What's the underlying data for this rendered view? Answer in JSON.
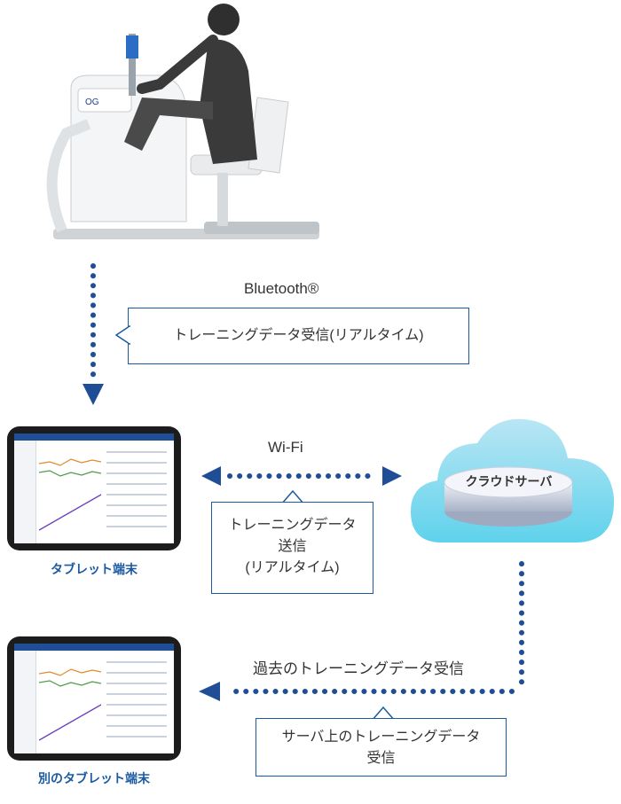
{
  "bluetooth": {
    "label": "Bluetooth®",
    "callout": "トレーニングデータ受信(リアルタイム)"
  },
  "wifi": {
    "label": "Wi-Fi",
    "callout_lines": [
      "トレーニングデータ",
      "送信",
      "(リアルタイム)"
    ]
  },
  "cloud": {
    "label": "クラウドサーバ"
  },
  "history": {
    "label": "過去のトレーニングデータ受信",
    "callout_lines": [
      "サーバ上のトレーニングデータ",
      "受信"
    ]
  },
  "tablets": {
    "primary_caption": "タブレット端末",
    "secondary_caption": "別のタブレット端末"
  },
  "colors": {
    "accent": "#1b5aa0",
    "arrow": "#1f4e96",
    "cloud_top": "#b9e6f4",
    "cloud_bottom": "#5fd2ec"
  }
}
